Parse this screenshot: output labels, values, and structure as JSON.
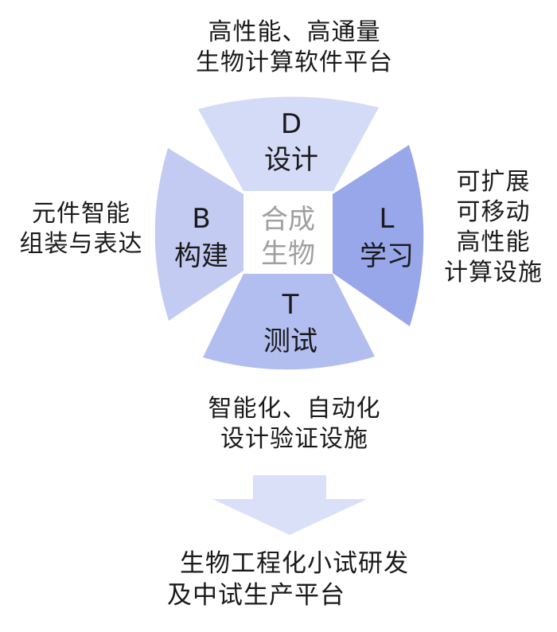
{
  "top_caption": {
    "line1": "高性能、高通量",
    "line2": "生物计算软件平台"
  },
  "left_caption": {
    "line1": "元件智能",
    "line2": "组装与表达"
  },
  "right_caption": {
    "line1": "可扩展",
    "line2": "可移动",
    "line3": "高性能",
    "line4": "计算设施"
  },
  "bottom_caption": {
    "line1": "智能化、自动化",
    "line2": "设计验证设施"
  },
  "final_caption": {
    "line1": "生物工程化小试研发",
    "line2": "及中试生产平台"
  },
  "center": {
    "line1": "合成",
    "line2": "生物"
  },
  "quadrants": {
    "design": {
      "letter": "D",
      "label": "设计"
    },
    "build": {
      "letter": "B",
      "label": "构建"
    },
    "learn": {
      "letter": "L",
      "label": "学习"
    },
    "test": {
      "letter": "T",
      "label": "测试"
    }
  },
  "colors": {
    "design": "#d4dbf7",
    "build": "#c3cbf3",
    "learn": "#98a6ea",
    "test": "#b2bdf0",
    "arrow": "#d9e0f8"
  }
}
